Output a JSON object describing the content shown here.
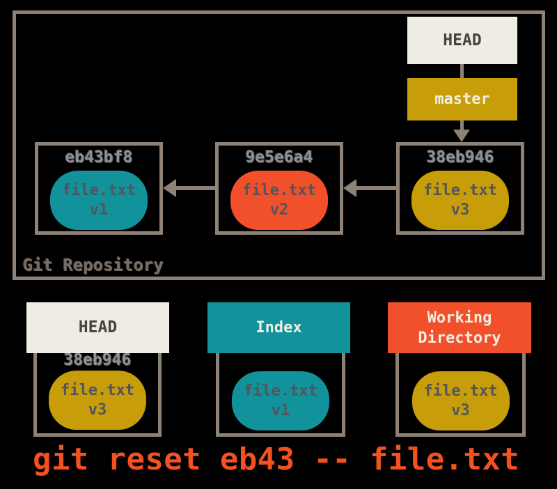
{
  "colors": {
    "background": "#000000",
    "line": "#8E8176",
    "cream": "#EFEDE3",
    "cream_text": "#48443D",
    "gold": "#C79D0A",
    "teal": "#12929B",
    "orange": "#F1502A",
    "light_text": "#F2EEE1",
    "gray_label": "#919191",
    "repo_label": "#756C63",
    "bubble_text": "#53555C",
    "command": "#F3511F"
  },
  "repository": {
    "label": "Git Repository",
    "commits": [
      {
        "hash": "eb43bf8",
        "file": "file.txt",
        "version": "v1"
      },
      {
        "hash": "9e5e6a4",
        "file": "file.txt",
        "version": "v2"
      },
      {
        "hash": "38eb946",
        "file": "file.txt",
        "version": "v3"
      }
    ]
  },
  "head_pointer": {
    "label": "HEAD"
  },
  "branch": {
    "label": "master"
  },
  "areas": [
    {
      "title": "HEAD",
      "hash": "38eb946",
      "file": "file.txt",
      "version": "v3"
    },
    {
      "title": "Index",
      "file": "file.txt",
      "version": "v1"
    },
    {
      "title": "Working Directory",
      "file": "file.txt",
      "version": "v3"
    }
  ],
  "command": {
    "text": "git reset eb43 -- file.txt"
  }
}
